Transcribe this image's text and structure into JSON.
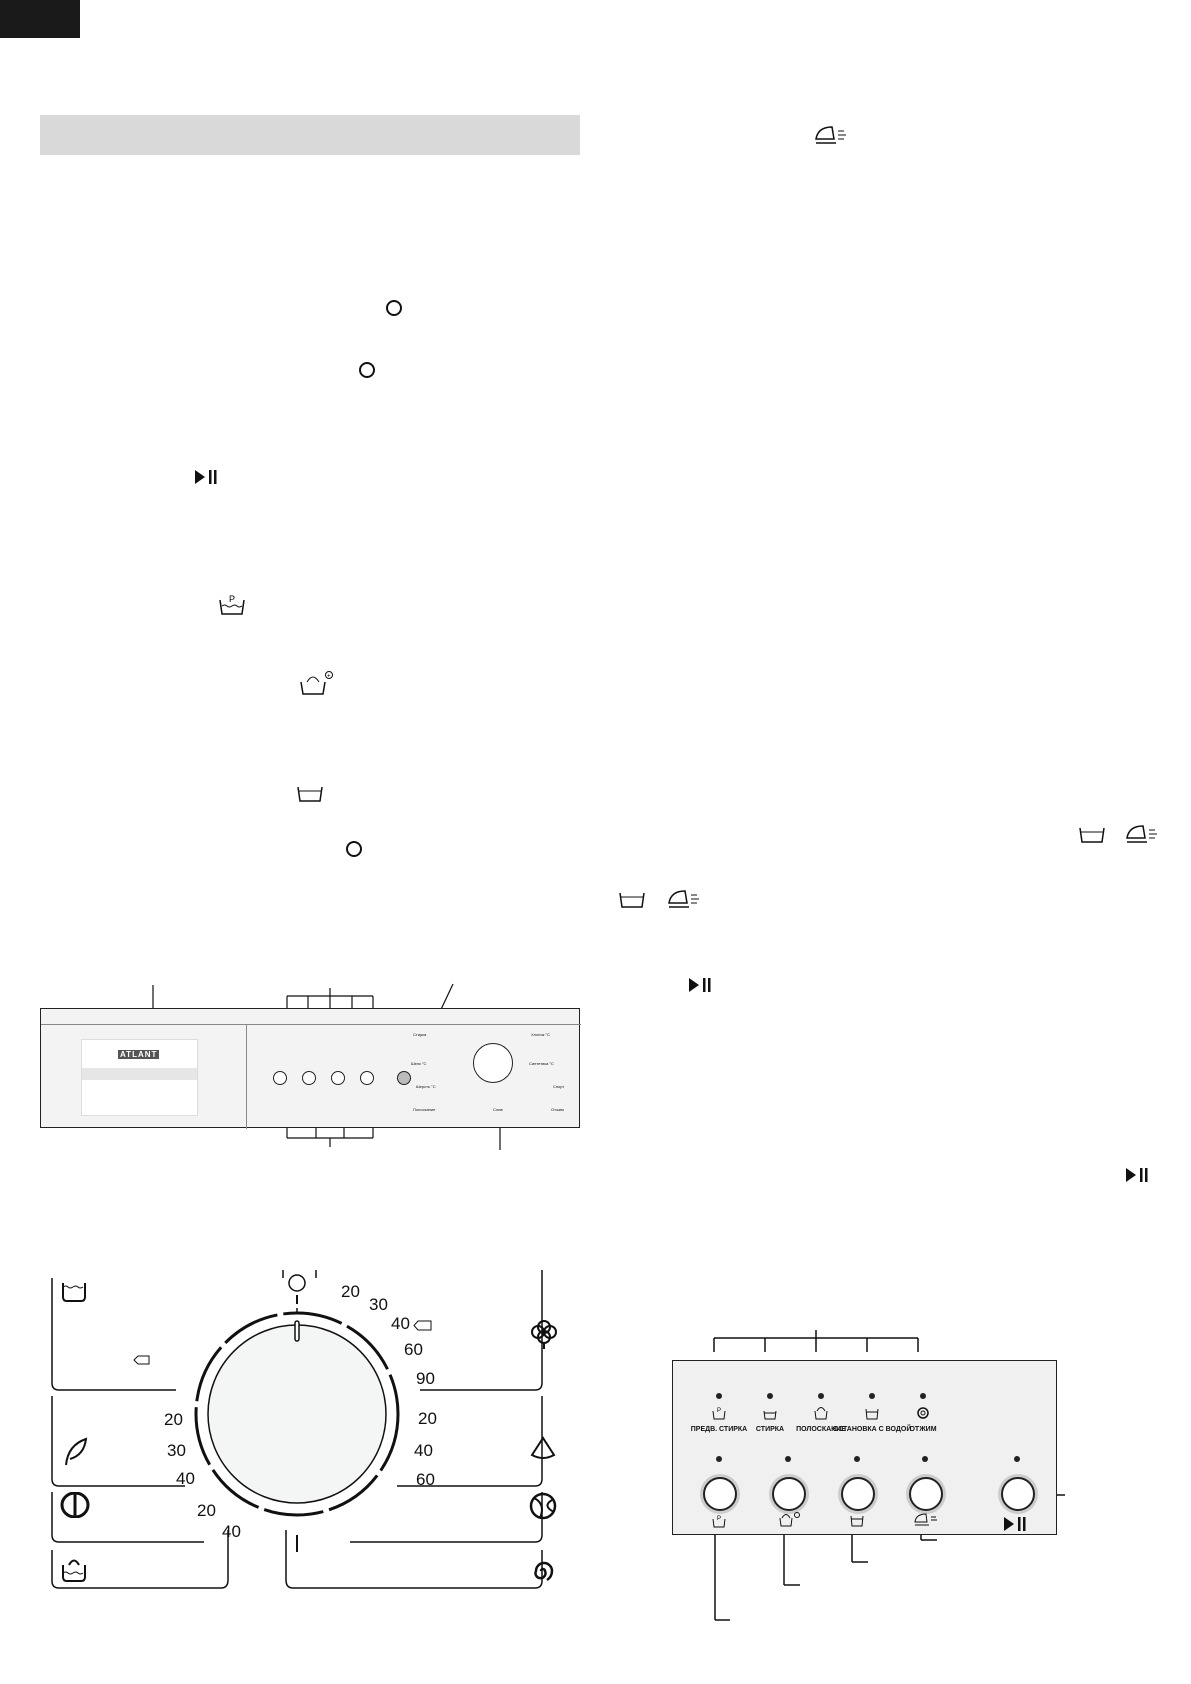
{
  "right_panel": {
    "indicators": [
      {
        "label": "ПРЕДВ. СТИРКА",
        "icon": "prewash-icon"
      },
      {
        "label": "СТИРКА",
        "icon": "wash-icon"
      },
      {
        "label": "ПОЛОСКАНИЕ",
        "icon": "rinse-icon"
      },
      {
        "label": "ОСТАНОВКА С ВОДОЙ",
        "icon": "rinse-hold-icon"
      },
      {
        "label": "ОТЖИМ",
        "icon": "spin-icon"
      }
    ],
    "buttons": [
      "prewash-icon",
      "rinse-plus-icon",
      "rinse-hold-icon",
      "easy-iron-icon",
      "play-pause-icon"
    ]
  },
  "dial": {
    "cotton_temps": [
      "20",
      "30",
      "40",
      "60",
      "90"
    ],
    "synthetic_temps": [
      "20",
      "40",
      "60"
    ],
    "delicate_temps": [
      "20",
      "30",
      "40"
    ],
    "wool_temps": [
      "20",
      "40"
    ]
  },
  "small_panel": {
    "brand": "ATLANT",
    "dial_labels": [
      "Стирка",
      "Хлопок °С",
      "Шелк °С",
      "Синтетика °С",
      "Шерсть °С",
      "Спорт",
      "Полоскание",
      "Отжим",
      "Слив"
    ]
  }
}
